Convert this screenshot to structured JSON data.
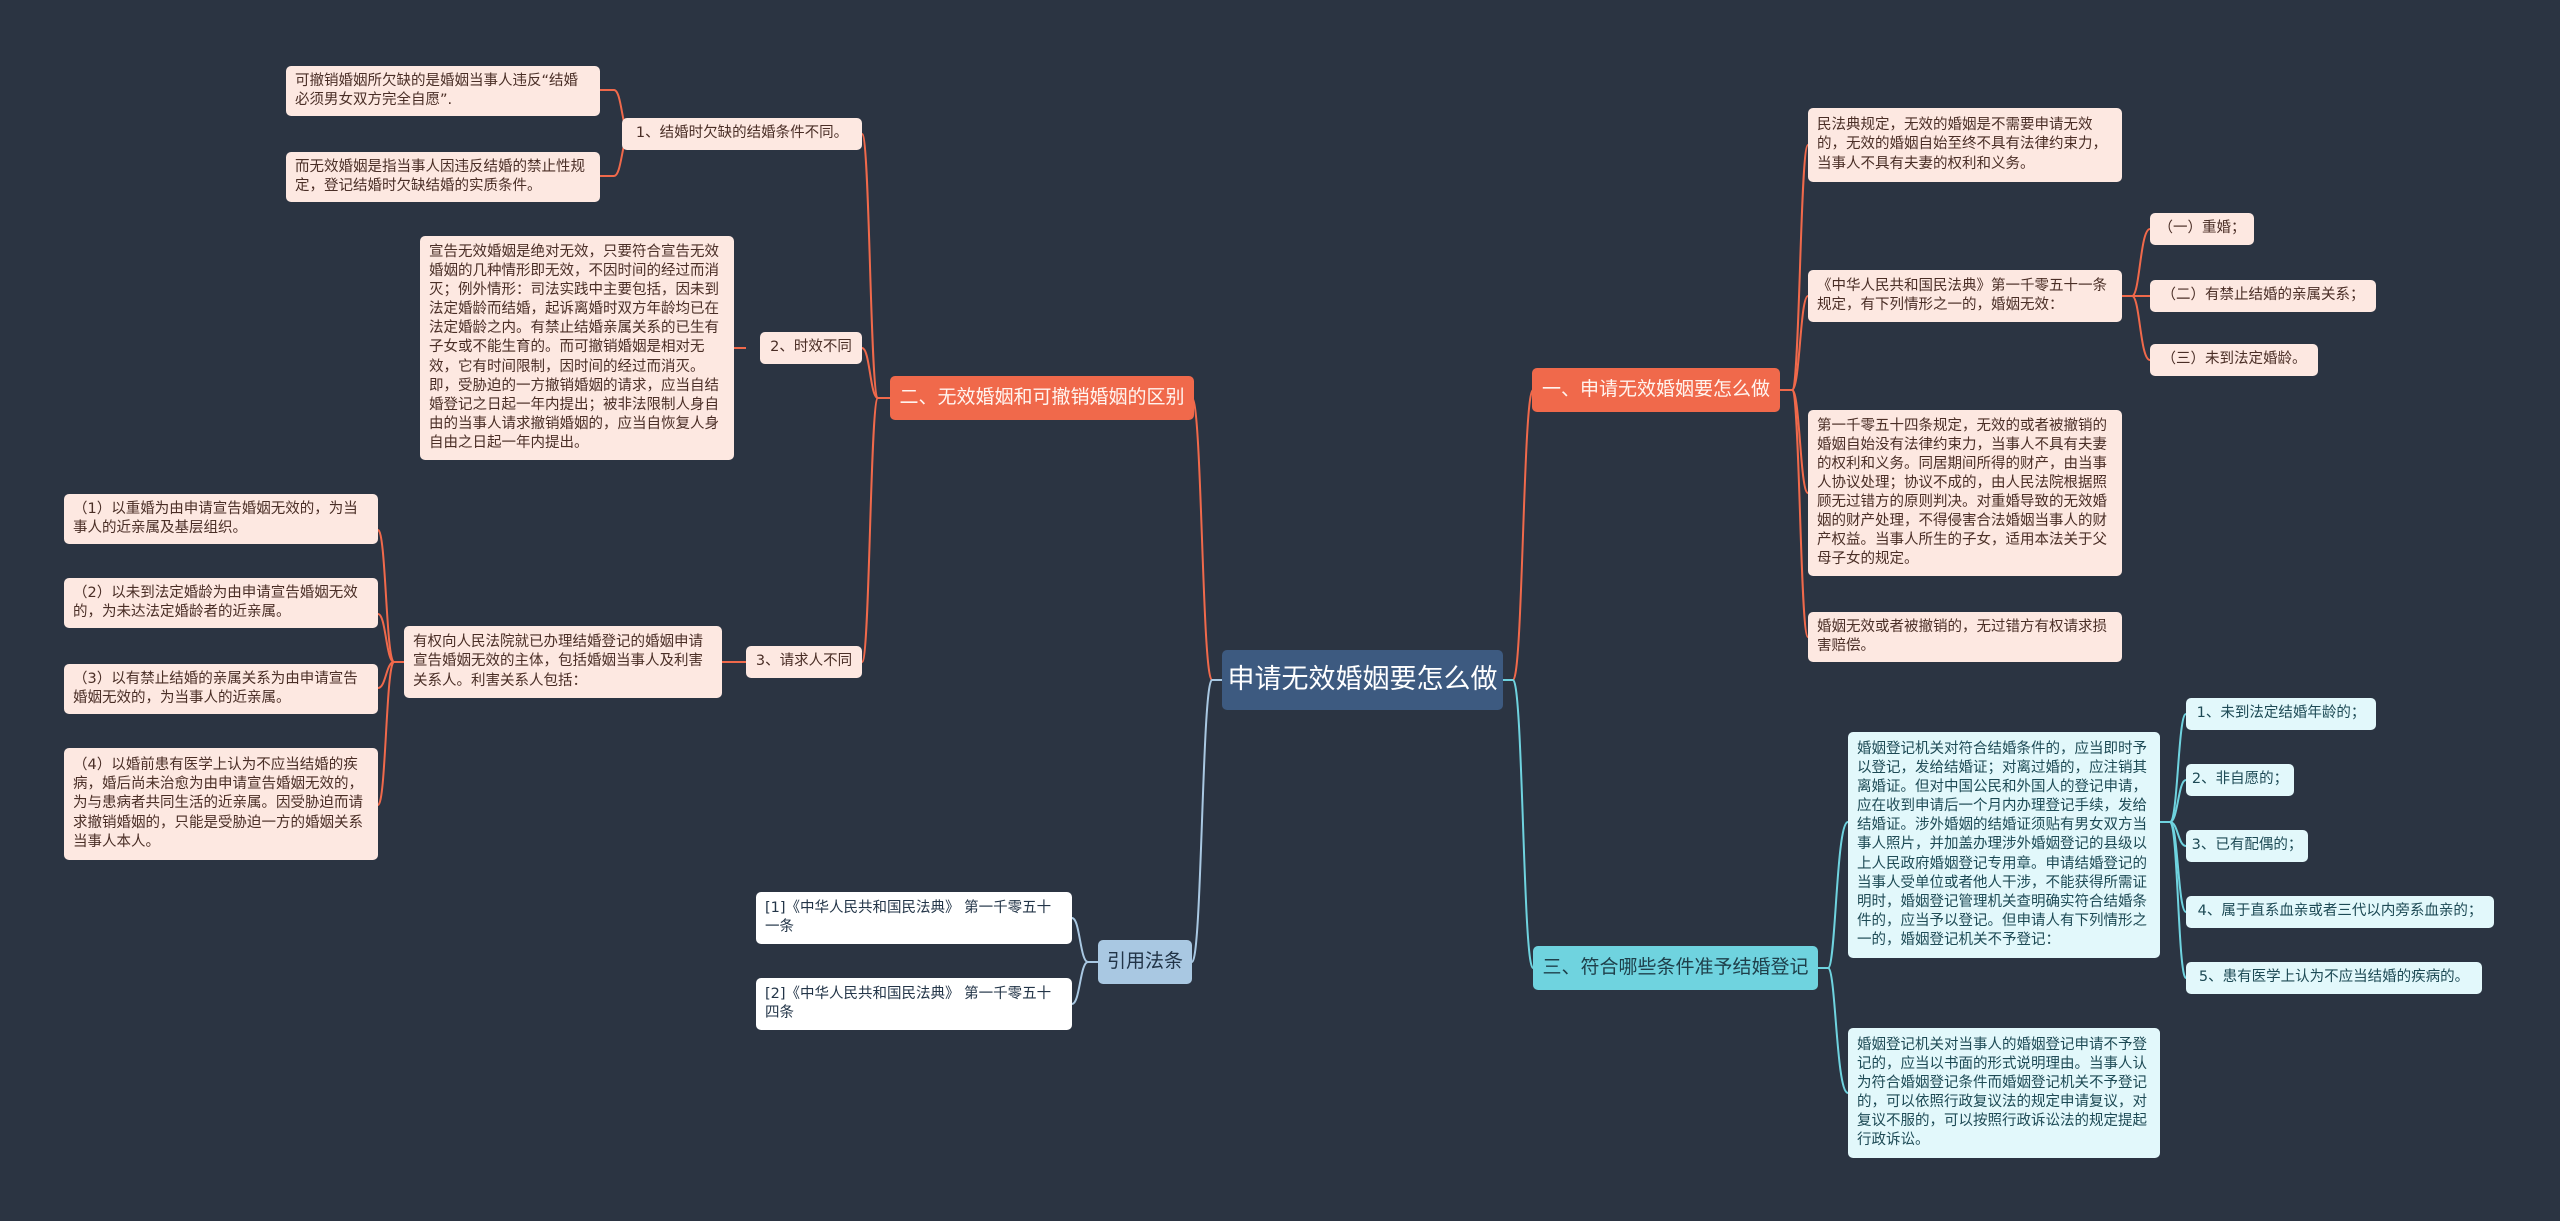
{
  "root": {
    "label": "申请无效婚姻要怎么做"
  },
  "branches": {
    "b1": {
      "label": "一、申请无效婚姻要怎么做"
    },
    "b2": {
      "label": "二、无效婚姻和可撤销婚姻的区别"
    },
    "b3": {
      "label": "三、符合哪些条件准予结婚登记"
    },
    "b4": {
      "label": "引用法条"
    }
  },
  "b1": {
    "civil_code": "民法典规定，无效的婚姻是不需要申请无效的，无效的婚姻自始至终不具有法律约束力，当事人不具有夫妻的权利和义务。",
    "article_1051": "《中华人民共和国民法典》第一千零五十一条规定，有下列情形之一的，婚姻无效：",
    "items": [
      "（一）重婚；",
      "（二）有禁止结婚的亲属关系；",
      "（三）未到法定婚龄。"
    ],
    "article_1054": "第一千零五十四条规定，无效的或者被撤销的婚姻自始没有法律约束力，当事人不具有夫妻的权利和义务。同居期间所得的财产，由当事人协议处理；协议不成的，由人民法院根据照顾无过错方的原则判决。对重婚导致的无效婚姻的财产处理，不得侵害合法婚姻当事人的财产权益。当事人所生的子女，适用本法关于父母子女的规定。",
    "compensation": "婚姻无效或者被撤销的，无过错方有权请求损害赔偿。"
  },
  "b2": {
    "c1": {
      "label": "1、结婚时欠缺的结婚条件不同。",
      "revocable": "可撤销婚姻所欠缺的是婚姻当事人违反“结婚必须男女双方完全自愿”.",
      "void": "而无效婚姻是指当事人因违反结婚的禁止性规定，登记结婚时欠缺结婚的实质条件。"
    },
    "c2": {
      "label": "2、时效不同",
      "detail": "宣告无效婚姻是绝对无效，只要符合宣告无效婚姻的几种情形即无效，不因时间的经过而消灭；例外情形：司法实践中主要包括，因未到法定婚龄而结婚，起诉离婚时双方年龄均已在法定婚龄之内。有禁止结婚亲属关系的已生有子女或不能生育的。而可撤销婚姻是相对无效，它有时间限制，因时间的经过而消灭。即，受胁迫的一方撤销婚姻的请求，应当自结婚登记之日起一年内提出；被非法限制人身自由的当事人请求撤销婚姻的，应当自恢复人身自由之日起一年内提出。"
    },
    "c3": {
      "label": "3、请求人不同",
      "detail": "有权向人民法院就已办理结婚登记的婚姻申请宣告婚姻无效的主体，包括婚姻当事人及利害关系人。利害关系人包括：",
      "items": [
        "（1）以重婚为由申请宣告婚姻无效的，为当事人的近亲属及基层组织。",
        "（2）以未到法定婚龄为由申请宣告婚姻无效的，为未达法定婚龄者的近亲属。",
        "（3）以有禁止结婚的亲属关系为由申请宣告婚姻无效的，为当事人的近亲属。",
        "（4）以婚前患有医学上认为不应当结婚的疾病，婚后尚未治愈为由申请宣告婚姻无效的，为与患病者共同生活的近亲属。因受胁迫而请求撤销婚姻的，只能是受胁迫一方的婚姻关系当事人本人。"
      ]
    }
  },
  "b3": {
    "registration": "婚姻登记机关对符合结婚条件的，应当即时予以登记，发给结婚证；对离过婚的，应注销其离婚证。但对中国公民和外国人的登记申请，应在收到申请后一个月内办理登记手续，发给结婚证。涉外婚姻的结婚证须贴有男女双方当事人照片，并加盖办理涉外婚姻登记的县级以上人民政府婚姻登记专用章。申请结婚登记的当事人受单位或者他人干涉，不能获得所需证明时，婚姻登记管理机关查明确实符合结婚条件的，应当予以登记。但申请人有下列情形之一的，婚姻登记机关不予登记：",
    "items": [
      "1、未到法定结婚年龄的；",
      "2、非自愿的；",
      "3、已有配偶的；",
      "4、属于直系血亲或者三代以内旁系血亲的；",
      "5、患有医学上认为不应当结婚的疾病的。"
    ],
    "refusal": "婚姻登记机关对当事人的婚姻登记申请不予登记的，应当以书面的形式说明理由。当事人认为符合婚姻登记条件而婚姻登记机关不予登记的，可以依照行政复议法的规定申请复议，对复议不服的，可以按照行政诉讼法的规定提起行政诉讼。"
  },
  "b4": {
    "refs": [
      "[1]《中华人民共和国民法典》 第一千零五十一条",
      "[2]《中华人民共和国民法典》 第一千零五十四条"
    ]
  }
}
